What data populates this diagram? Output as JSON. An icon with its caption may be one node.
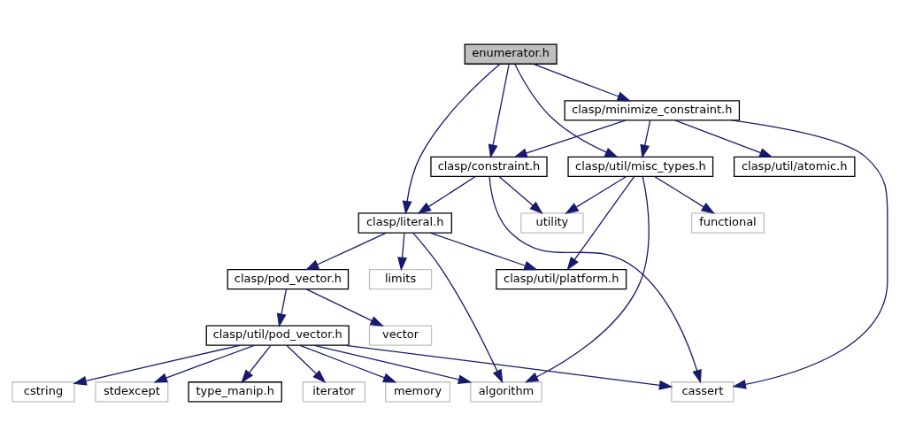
{
  "diagram": {
    "nodes": [
      {
        "text": [
          "enumerator.h"
        ]
      },
      {
        "text": [
          "clasp/minimize_constraint.h"
        ]
      },
      {
        "text": [
          "clasp/constraint.h"
        ]
      },
      {
        "text": [
          "clasp/util/misc_types.h"
        ]
      },
      {
        "text": [
          "clasp/util/atomic.h"
        ]
      },
      {
        "text": [
          "clasp/literal.h"
        ]
      },
      {
        "text": [
          "utility"
        ]
      },
      {
        "text": [
          "functional"
        ]
      },
      {
        "text": [
          "limits"
        ]
      },
      {
        "text": [
          "clasp/pod_vector.h"
        ]
      },
      {
        "text": [
          "clasp/util/platform.h"
        ]
      },
      {
        "text": [
          "clasp/util/pod_vector.h"
        ]
      },
      {
        "text": [
          "vector"
        ]
      },
      {
        "text": [
          "cstring"
        ]
      },
      {
        "text": [
          "stdexcept"
        ]
      },
      {
        "text": [
          "type_manip.h"
        ]
      },
      {
        "text": [
          "iterator"
        ]
      },
      {
        "text": [
          "memory"
        ]
      },
      {
        "text": [
          "algorithm"
        ]
      },
      {
        "text": [
          "cassert"
        ]
      }
    ],
    "edges": [
      {
        "from": 0,
        "to": 1,
        "arrow": "to"
      },
      {
        "from": 0,
        "to": 2,
        "arrow": "to"
      },
      {
        "from": 0,
        "to": 3,
        "arrow": "to"
      },
      {
        "from": 0,
        "to": 5,
        "arrow": "to"
      },
      {
        "from": 1,
        "to": 2,
        "arrow": "to"
      },
      {
        "from": 1,
        "to": 3,
        "arrow": "to"
      },
      {
        "from": 1,
        "to": 4,
        "arrow": "to"
      },
      {
        "from": 1,
        "to": 19,
        "arrow": "to"
      },
      {
        "from": 2,
        "to": 5,
        "arrow": "to"
      },
      {
        "from": 2,
        "to": 6,
        "arrow": "to"
      },
      {
        "from": 2,
        "to": 19,
        "arrow": "to"
      },
      {
        "from": 3,
        "to": 6,
        "arrow": "to"
      },
      {
        "from": 3,
        "to": 7,
        "arrow": "to"
      },
      {
        "from": 3,
        "to": 10,
        "arrow": "to"
      },
      {
        "from": 3,
        "to": 18,
        "arrow": "to"
      },
      {
        "from": 5,
        "to": 8,
        "arrow": "to"
      },
      {
        "from": 5,
        "to": 9,
        "arrow": "to"
      },
      {
        "from": 5,
        "to": 10,
        "arrow": "to"
      },
      {
        "from": 5,
        "to": 18,
        "arrow": "to"
      },
      {
        "from": 9,
        "to": 11,
        "arrow": "to"
      },
      {
        "from": 9,
        "to": 12,
        "arrow": "to"
      },
      {
        "from": 11,
        "to": 13,
        "arrow": "to"
      },
      {
        "from": 11,
        "to": 14,
        "arrow": "to"
      },
      {
        "from": 11,
        "to": 15,
        "arrow": "to"
      },
      {
        "from": 11,
        "to": 16,
        "arrow": "to"
      },
      {
        "from": 11,
        "to": 17,
        "arrow": "to"
      },
      {
        "from": 11,
        "to": 18,
        "arrow": "to"
      },
      {
        "from": 11,
        "to": 19,
        "arrow": "to"
      }
    ]
  }
}
